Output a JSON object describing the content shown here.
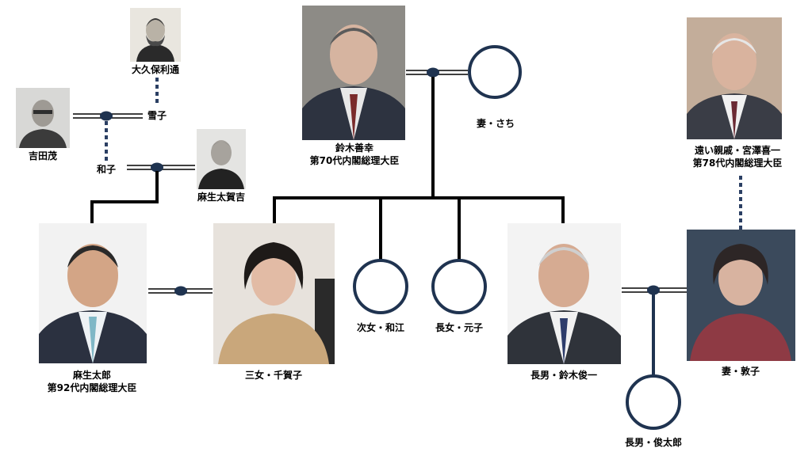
{
  "people": {
    "okubo": {
      "name": "大久保利通"
    },
    "yukiko": {
      "name": "雪子"
    },
    "yoshida": {
      "name": "吉田茂"
    },
    "kazuko": {
      "name": "和子"
    },
    "aso_takakichi": {
      "name": "麻生太賀吉"
    },
    "aso_taro": {
      "name": "麻生太郎",
      "title": "第92代内閣総理大臣"
    },
    "suzuki_zenko": {
      "name": "鈴木善幸",
      "title": "第70代内閣総理大臣"
    },
    "sachi": {
      "name": "妻・さち"
    },
    "chikako": {
      "name": "三女・千賀子"
    },
    "kazue": {
      "name": "次女・和江"
    },
    "motoko": {
      "name": "長女・元子"
    },
    "shunichi": {
      "name": "長男・鈴木俊一"
    },
    "miyazawa": {
      "name": "遠い親戚・宮澤喜一",
      "title": "第78代内閣総理大臣"
    },
    "atsuko": {
      "name": "妻・敦子"
    },
    "shuntaro": {
      "name": "長男・俊太郎"
    }
  },
  "colors": {
    "line": "#000000",
    "accent": "#1f3350",
    "dotted": "#2b3f63"
  }
}
